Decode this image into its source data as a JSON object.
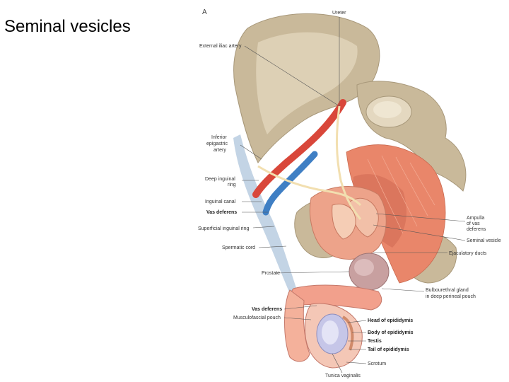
{
  "slide": {
    "title": "Seminal vesicles"
  },
  "figure": {
    "panel_letter": "A",
    "labels": {
      "ureter": "Ureter",
      "external_iliac_artery": "External iliac artery",
      "inferior_epigastric_artery_1": "Inferior",
      "inferior_epigastric_artery_2": "epigastric",
      "inferior_epigastric_artery_3": "artery",
      "deep_inguinal_ring_1": "Deep inguinal",
      "deep_inguinal_ring_2": "ring",
      "inguinal_canal": "Inguinal canal",
      "vas_deferens_upper": "Vas deferens",
      "superficial_inguinal_ring": "Superficial inguinal ring",
      "spermatic_cord": "Spermatic cord",
      "prostate": "Prostate",
      "vas_deferens_lower": "Vas deferens",
      "musculofascial_pouch": "Musculofascial pouch",
      "ampulla_1": "Ampulla",
      "ampulla_2": "of vas",
      "ampulla_3": "deferens",
      "seminal_vesicle": "Seminal vesicle",
      "ejaculatory_ducts": "Ejaculatory ducts",
      "bulbourethral_1": "Bulbourethral gland",
      "bulbourethral_2": "in deep perineal pouch",
      "head_epididymis": "Head of epididymis",
      "body_epididymis": "Body of epididymis",
      "testis": "Testis",
      "tail_epididymis": "Tail of epididymis",
      "scrotum": "Scrotum",
      "tunica_vaginalis": "Tunica vaginalis"
    },
    "colors": {
      "bone": "#c9b99a",
      "bone_light": "#e4d8c0",
      "muscle": "#e9866a",
      "muscle_dark": "#d06a52",
      "artery": "#d9473a",
      "vein": "#3f7fc4",
      "nerve_duct": "#f2dfb0",
      "prostate": "#c8a0a0",
      "fascia": "#b9cde0"
    }
  }
}
